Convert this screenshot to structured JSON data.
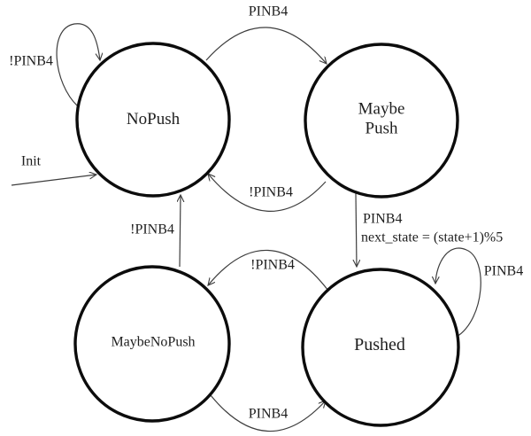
{
  "colors": {
    "background": "#ffffff",
    "state_stroke": "#0c0c0c",
    "edge_stroke": "#3d3d3d",
    "text": "#1e1e1e"
  },
  "states": {
    "nopush": {
      "label": "NoPush"
    },
    "maybepush": {
      "label": "Maybe\nPush"
    },
    "maybenopush": {
      "label": "MaybeNoPush"
    },
    "pushed": {
      "label": "Pushed"
    }
  },
  "transitions": {
    "init": {
      "label": "Init",
      "to": "NoPush"
    },
    "nopush_self": {
      "label": "!PINB4",
      "from": "NoPush",
      "to": "NoPush"
    },
    "nopush_to_maybepush": {
      "label": "PINB4",
      "from": "NoPush",
      "to": "MaybePush"
    },
    "maybepush_to_nopush": {
      "label": "!PINB4",
      "from": "MaybePush",
      "to": "NoPush"
    },
    "maybepush_to_pushed": {
      "label": "PINB4",
      "action": "next_state = (state+1)%5",
      "from": "MaybePush",
      "to": "Pushed"
    },
    "maybenopush_to_nopush": {
      "label": "!PINB4",
      "from": "MaybeNoPush",
      "to": "NoPush"
    },
    "pushed_to_maybenopush": {
      "label": "!PINB4",
      "from": "Pushed",
      "to": "MaybeNoPush"
    },
    "pushed_self": {
      "label": "PINB4",
      "from": "Pushed",
      "to": "Pushed"
    },
    "maybenopush_to_pushed": {
      "label": "PINB4",
      "from": "MaybeNoPush",
      "to": "Pushed"
    }
  }
}
